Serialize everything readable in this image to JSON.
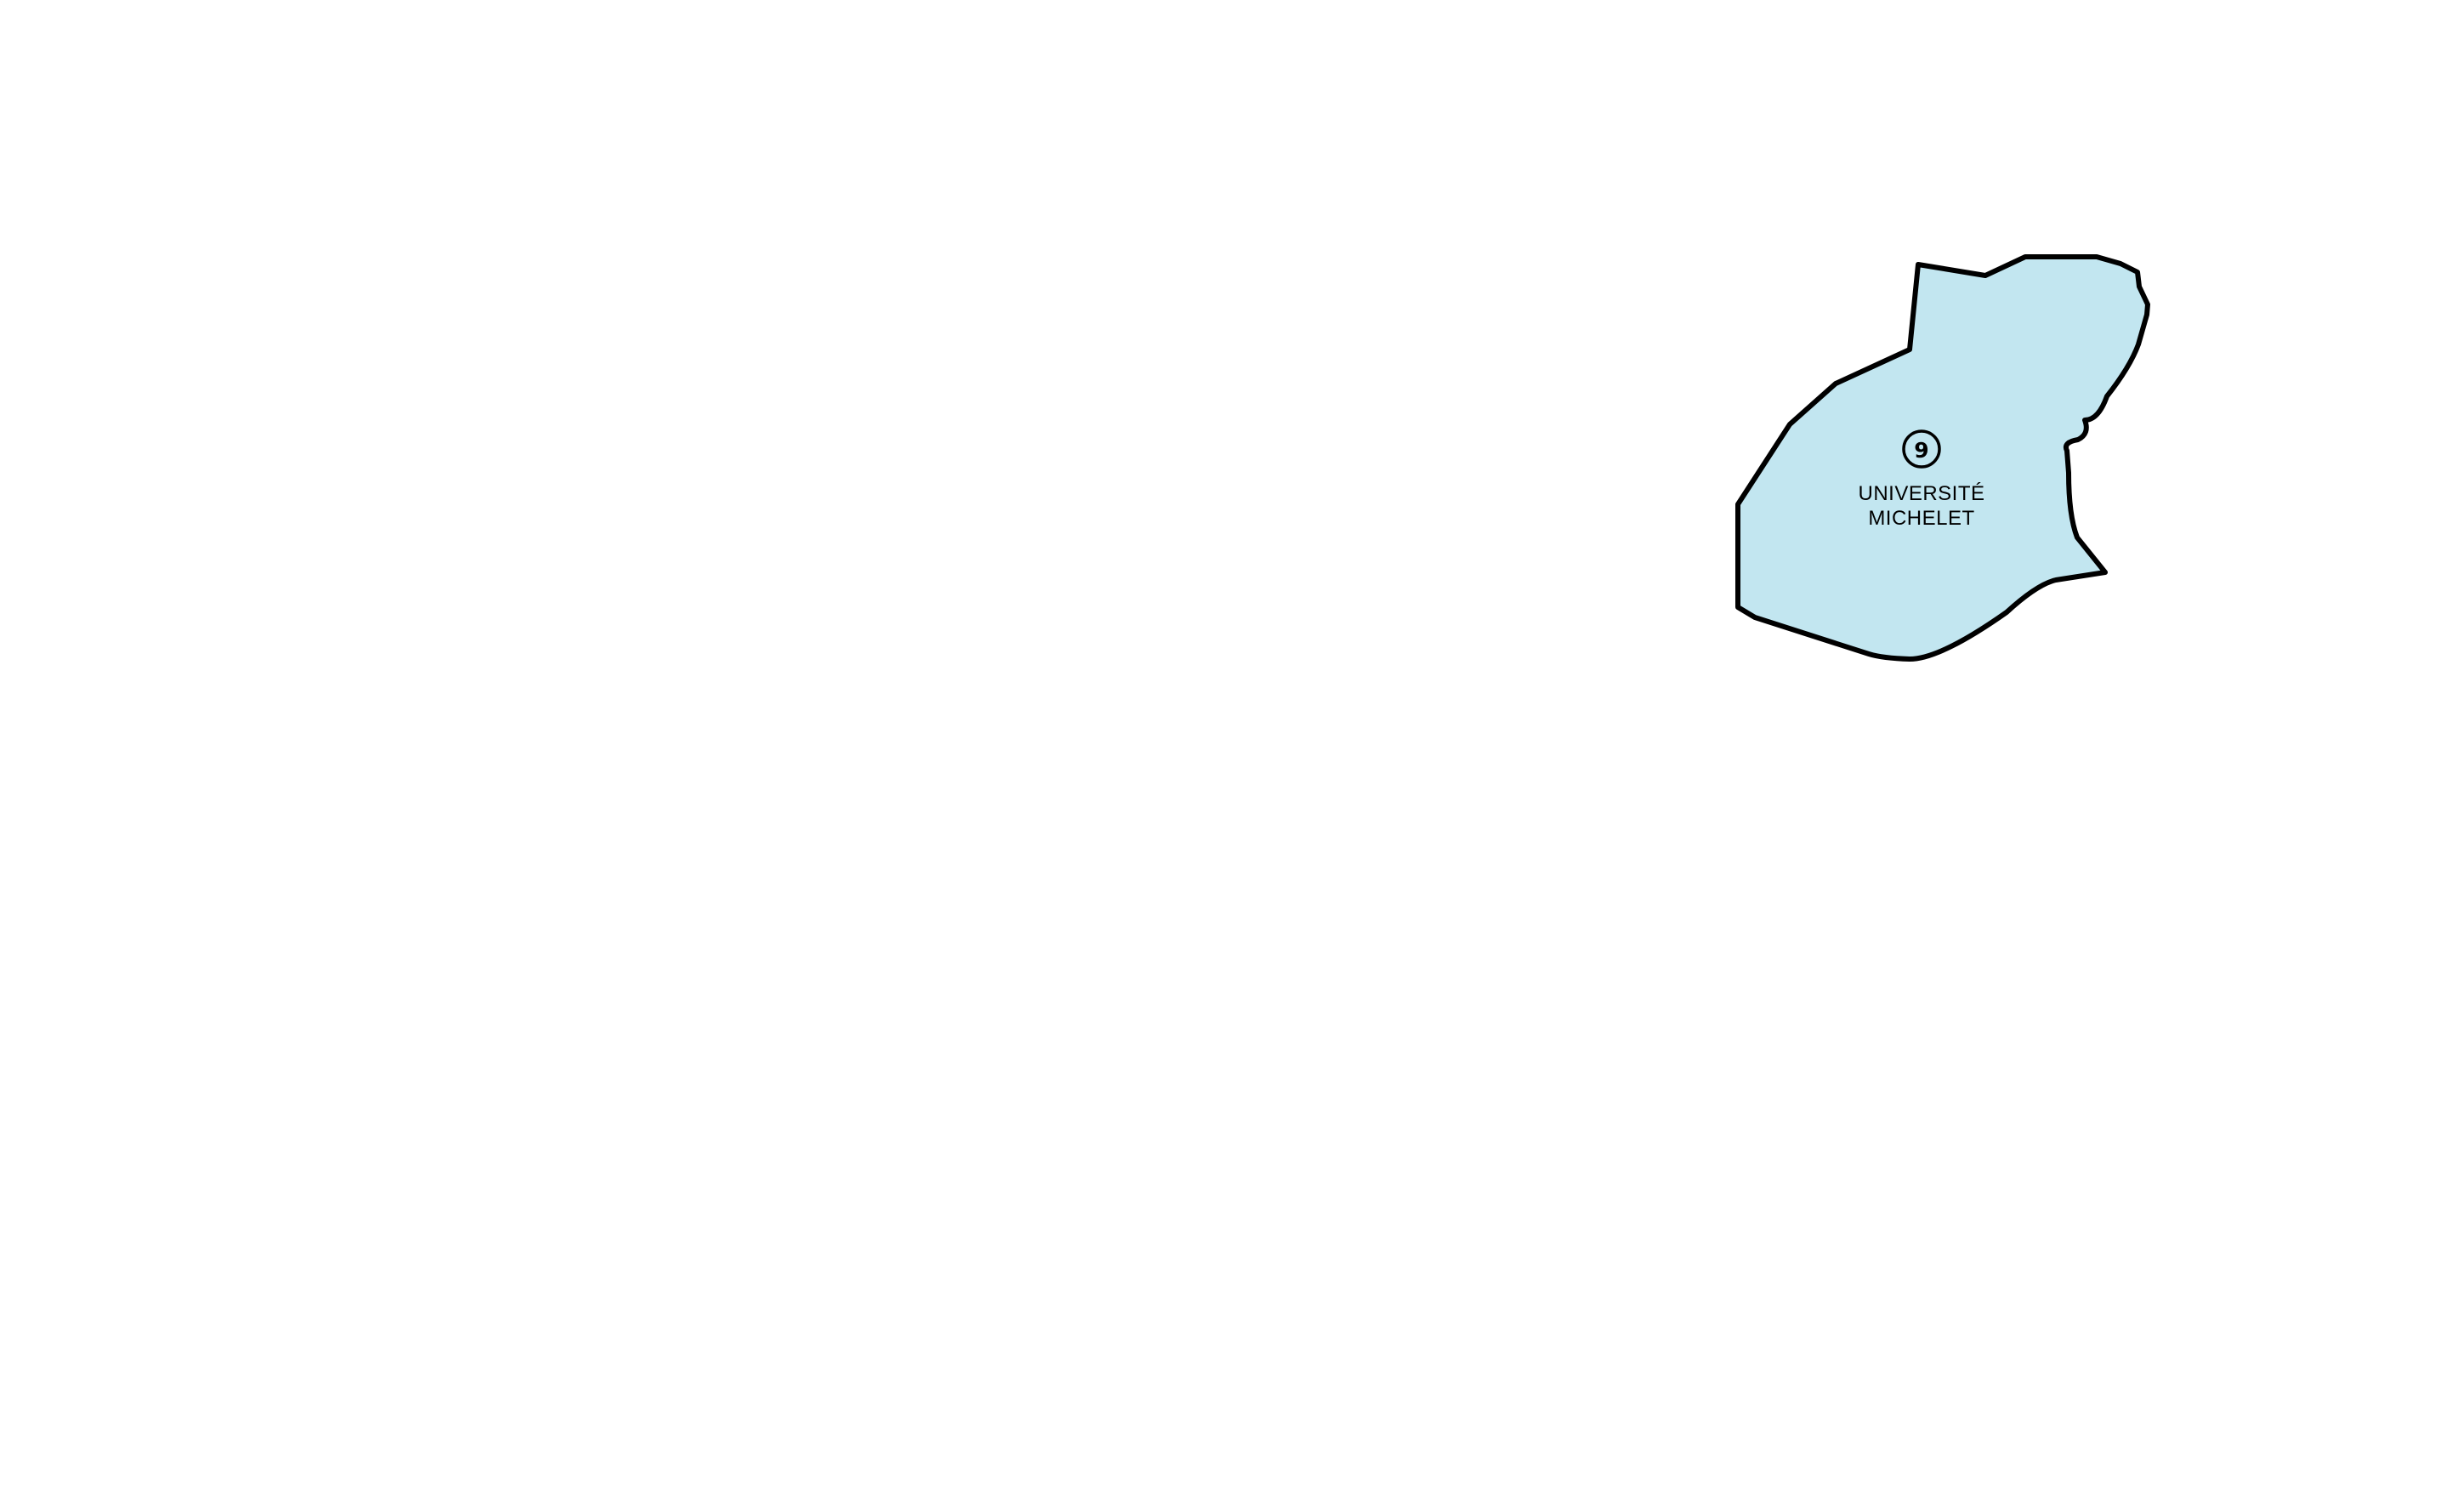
{
  "map": {
    "background_color": "#ffffff",
    "districts": [
      {
        "number": "9",
        "name_line1": "UNIVERSITÉ",
        "name_line2": "MICHELET",
        "fill_color": "#c2e6f0",
        "outline_color": "#000000"
      }
    ]
  }
}
